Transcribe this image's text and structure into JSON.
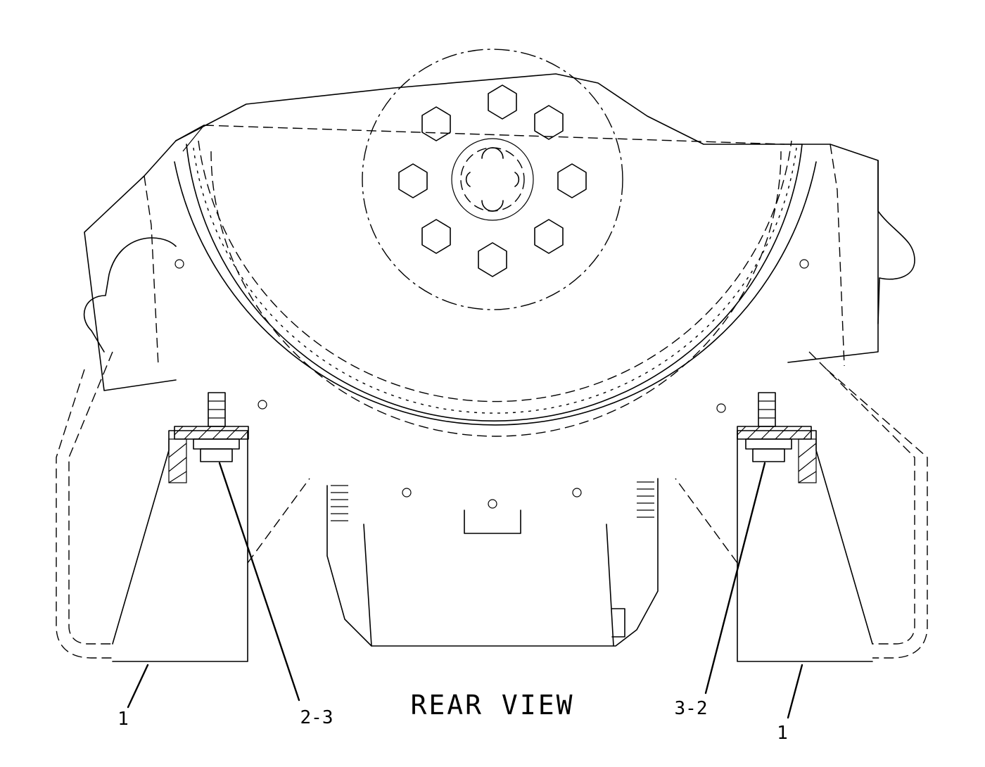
{
  "view_title": "REAR VIEW",
  "callouts": {
    "left_support": "1",
    "left_bolt": "2-3",
    "right_bolt": "3-2",
    "right_support": "1"
  }
}
